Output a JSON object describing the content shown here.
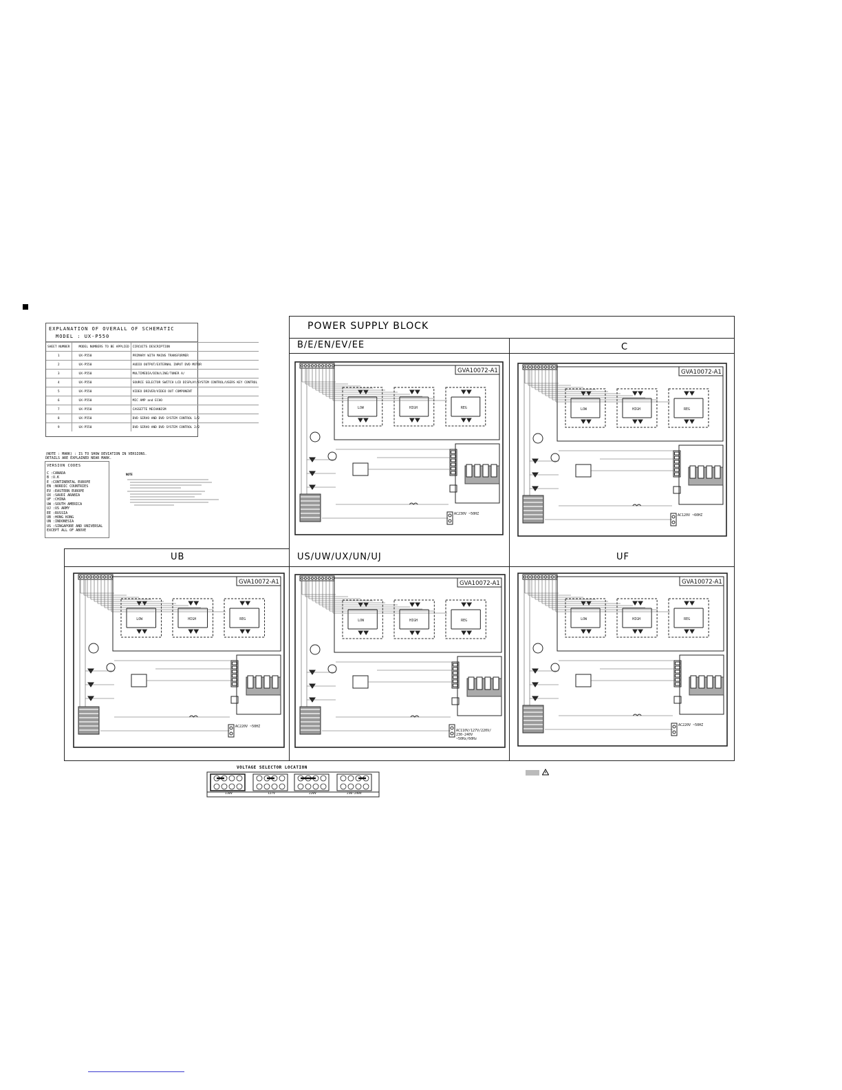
{
  "explanation": {
    "title": "EXPLANATION OF OVERALL OF SCHEMATIC",
    "model": "MODEL : UX-P550",
    "col_headers": {
      "number": "SHEET NUMBER",
      "models": "MODEL NUMBERS TO BE APPLIED",
      "description": "CIRCUITS DESCRIPTION"
    },
    "rows": [
      {
        "n": "1",
        "m": "UX-P550",
        "d": "PRIMARY WITH MAINS TRANSFORMER"
      },
      {
        "n": "2",
        "m": "UX-P550",
        "d": "AUDIO OUTPUT/EXTERNAL INPUT  DVD MOTOR"
      },
      {
        "n": "3",
        "m": "UX-P550",
        "d": "MULTIMEDIA/DIN/LINE/TUNER A/"
      },
      {
        "n": "4",
        "m": "UX-P550",
        "d": "SOURCE SELECTOR SWITCH  LCD DISPLAY/SYSTEM CONTROL/USERS KEY CONTROL"
      },
      {
        "n": "5",
        "m": "UX-P550",
        "d": "VIDEO DRIVER/VIDEO OUT COMPONENT"
      },
      {
        "n": "6",
        "m": "UX-P550",
        "d": "MIC AMP and ECHO"
      },
      {
        "n": "7",
        "m": "UX-P550",
        "d": "CASSETTE MECHANISM"
      },
      {
        "n": "8",
        "m": "UX-P550",
        "d": "DVD SERVO AND DVD SYSTEM CONTROL  1/2"
      },
      {
        "n": "9",
        "m": "UX-P550",
        "d": "DVD SERVO AND DVD SYSTEM CONTROL  2/2"
      }
    ]
  },
  "note_mark": "(NOTE : MARK) : IS TO SHOW DEVIATION IN VERSIONS.",
  "note_mark2": "DETAILS ARE EXPLAINED NEAR MARK.",
  "version_codes": {
    "title": "VERSION CODES",
    "items": [
      "C  :CANADA",
      "B  :U.K",
      "E  :CONTINENTAL EUROPE",
      "EN :NORDIC COUNTRIES",
      "EV :EASTERN EUROPE",
      "UX :SAUDI ARABIA",
      "UF :CHINA",
      "UW :SOUTH AMERICA",
      "UJ :US ARMY",
      "EE :RUSSIA",
      "UB :HONG KONG",
      "UN :INDONESIA",
      "US :SINGAPORE AND UNIVERSAL",
      "     EXCEPT ALL OF ABOVE"
    ]
  },
  "notes_heading": "NOTE",
  "power_supply": {
    "title": "POWER SUPPLY BLOCK",
    "panels": [
      {
        "label": "B/E/EN/EV/EE",
        "part": "GVA10072-A1",
        "ac": "AC230V ~50HZ"
      },
      {
        "label": "C",
        "part": "GVA10072-A1",
        "ac": "AC120V ~60HZ"
      },
      {
        "label": "UB",
        "part": "GVA10072-A1",
        "ac": "AC220V ~50HZ"
      },
      {
        "label": "US/UW/UX/UN/UJ",
        "part": "GVA10072-A1",
        "ac": "AC110V/127V/220V/ 230-240V ~50Hz/60Hz"
      },
      {
        "label": "UF",
        "part": "GVA10072-A1",
        "ac": "AC220V ~50HZ"
      }
    ],
    "block_labels": {
      "low": "LOW",
      "high": "HIGH",
      "reg": "REG"
    }
  },
  "voltage_selector": {
    "title": "VOLTAGE SELECTOR LOCATION",
    "options": [
      "110V",
      "127V",
      "220V",
      "230-240V"
    ]
  }
}
